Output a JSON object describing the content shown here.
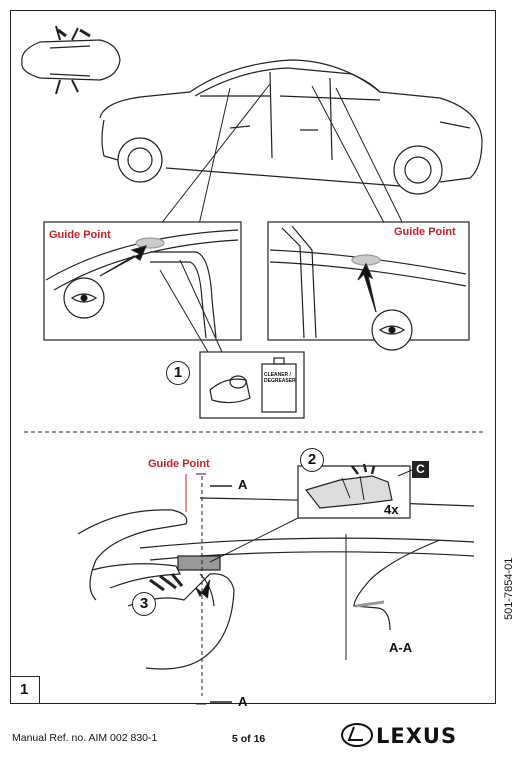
{
  "labels": {
    "guide_point_left": "Guide Point",
    "guide_point_right": "Guide Point",
    "guide_point_bottom": "Guide Point",
    "section_a_top": "A",
    "section_a_bottom": "A",
    "section_label": "A-A",
    "quantity": "4x",
    "part_letter": "C",
    "cleaner_label": "CLEANER / DEGREASER"
  },
  "steps": {
    "one": "1",
    "two": "2",
    "three": "3"
  },
  "figure": {
    "number": "1"
  },
  "side_code": "501-7854-01",
  "footer": {
    "manual_ref": "Manual Ref. no. AIM 002 830-1",
    "page": "5 of 16",
    "brand": "LEXUS"
  }
}
